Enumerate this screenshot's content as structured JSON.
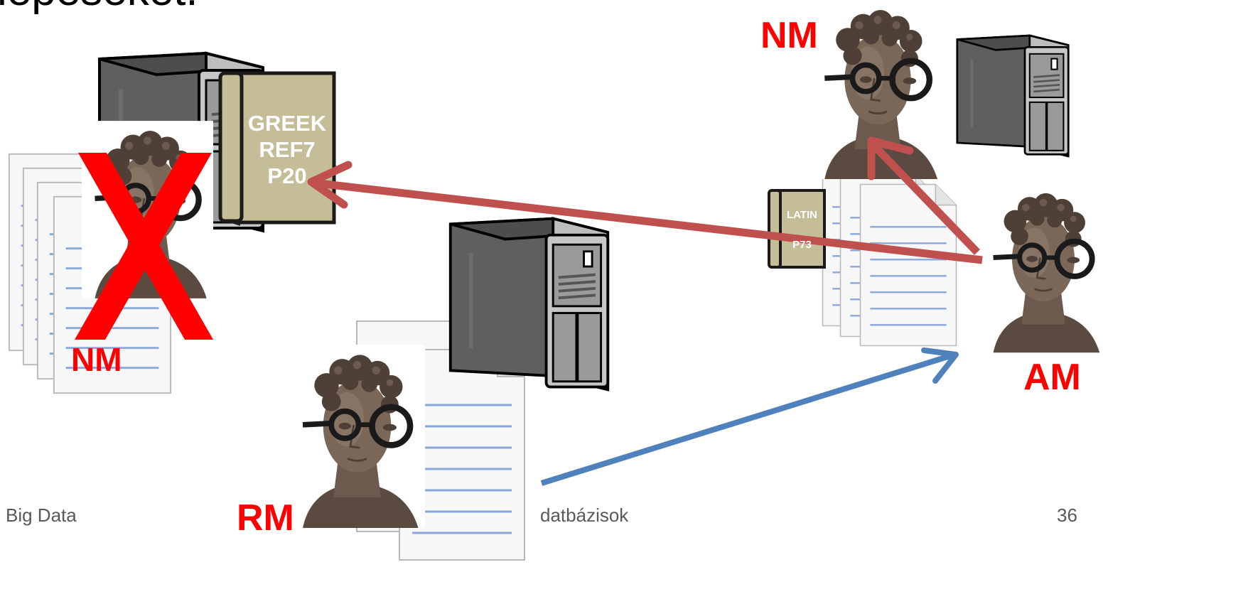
{
  "slide": {
    "heading_fragment": "lépéseket.",
    "footer_left": "Big Data",
    "footer_center": "datbázisok",
    "page_number": "36",
    "colors": {
      "label_red": "#ff0000",
      "arrow_red": "#c0504d",
      "arrow_blue": "#4f81bd",
      "book_fill": "#c4bd97"
    }
  },
  "labels": {
    "nm_top_right": "NM",
    "nm_bottom_left": "NM",
    "am": "AM",
    "rm": "RM"
  },
  "books": {
    "greek": {
      "line1": "GREEK",
      "line2": "REF7",
      "line3": "P20"
    },
    "latin": {
      "line1": "LATIN",
      "line2": "P73"
    }
  },
  "icons": [
    "server-icon",
    "documents-icon",
    "statue-bust-icon",
    "book-icon",
    "cross-mark-icon"
  ]
}
